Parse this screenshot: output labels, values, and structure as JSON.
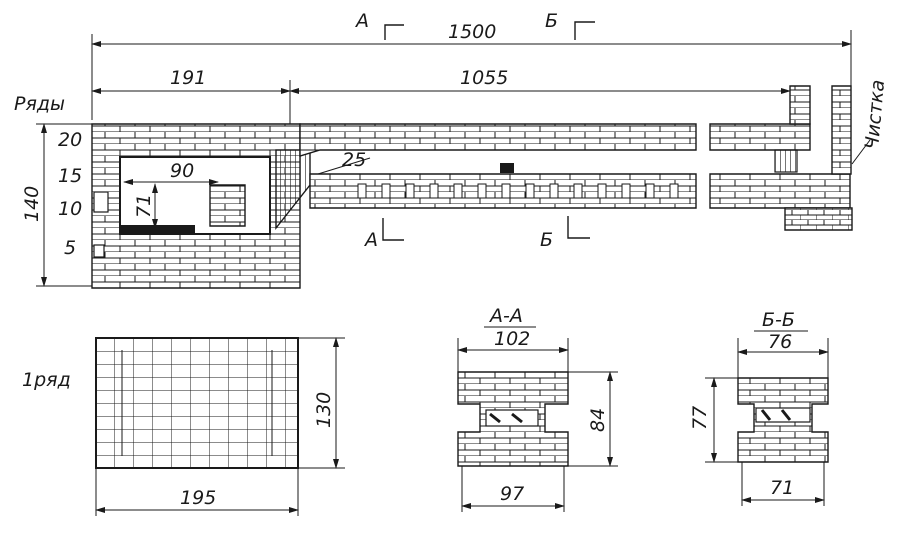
{
  "labels": {
    "rows": "Ряды",
    "cleanout": "Чистка",
    "row1": "1ряд",
    "sectionA": "А",
    "sectionB": "Б",
    "sectionAA": "А-А",
    "sectionBB": "Б-Б"
  },
  "dimensions": {
    "total_length": "1500",
    "firebox_length": "191",
    "bench_length": "1055",
    "height": "140",
    "firebox_width": "90",
    "firebox_height": "71",
    "slope": "25",
    "plan_length": "195",
    "plan_width": "130",
    "aa_top": "102",
    "aa_bottom": "97",
    "aa_height": "84",
    "bb_top": "76",
    "bb_bottom": "71",
    "bb_height": "77"
  },
  "row_numbers": [
    "20",
    "15",
    "10",
    "5"
  ],
  "colors": {
    "ink": "#1a1a1a",
    "paper": "#ffffff"
  }
}
